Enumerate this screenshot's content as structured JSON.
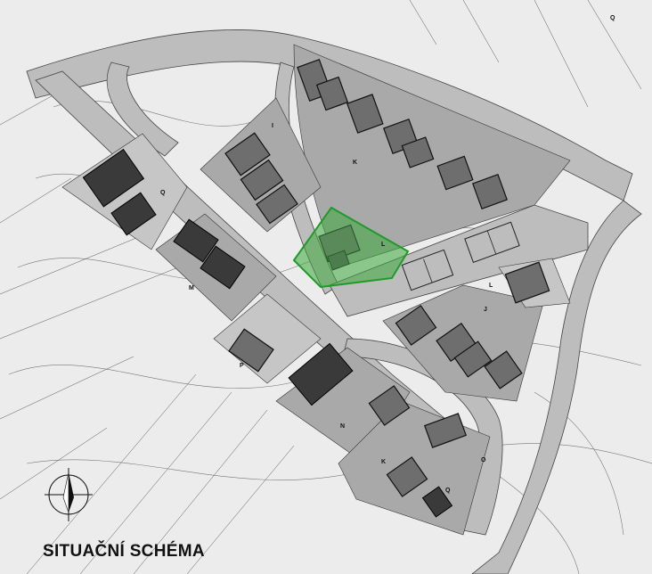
{
  "title": "SITUAČNÍ SCHÉMA",
  "zone_labels": [
    "Q",
    "I",
    "K",
    "Q",
    "L",
    "M",
    "L",
    "J",
    "P",
    "N",
    "K",
    "O",
    "Q"
  ],
  "colors": {
    "highlight_fill": "#3caa3c",
    "highlight_stroke": "#1f9a2a",
    "road": "#bdbdbd",
    "plot": "#a9a9a9",
    "building": "#6e6e6e"
  },
  "icons": [
    "north-arrow-icon"
  ]
}
